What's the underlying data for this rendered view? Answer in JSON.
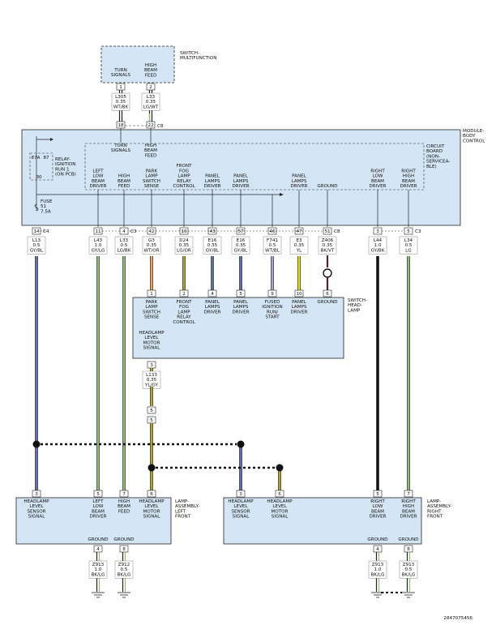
{
  "colors": {
    "box_fill": "#d4e6f5",
    "blue": "#5a6fb0",
    "green": "#8fc06e",
    "black": "#111111",
    "yellow": "#e8e200",
    "orange": "#f0a050",
    "olive": "#b8a020",
    "lightblue": "#9aa8d8"
  },
  "switch_mf": {
    "name": [
      "SWITCH-",
      "MULTIFUNCTION"
    ],
    "pins": [
      {
        "pin": "1",
        "label": [
          "TURN",
          "SIGNALS"
        ]
      },
      {
        "pin": "2",
        "label": [
          "HIGH",
          "BEAM",
          "FEED"
        ]
      }
    ]
  },
  "mf_wires": [
    {
      "circuit": "L305",
      "gauge": "0.35",
      "color": "WT/BK",
      "pin": "18"
    },
    {
      "circuit": "L33",
      "gauge": "0.35",
      "color": "LG/WT",
      "pin": "22",
      "conn": "C8"
    }
  ],
  "bcm": {
    "name": [
      "MODULE-",
      "BODY",
      "CONTROL"
    ],
    "board": [
      "CIRCUIT",
      "BOARD",
      "(NON-",
      "SERVICEA-",
      "BLE)"
    ],
    "relay": [
      "RELAY-",
      "IGNITION",
      "RUN 1",
      "(ON PCB)"
    ],
    "fuse": [
      "FUSE",
      "51",
      "7.5A"
    ],
    "top_labels": [
      [
        "TURN",
        "SIGNALS"
      ],
      [
        "HIGH",
        "BEAM",
        "FEED"
      ]
    ],
    "relay_pins": [
      "87A",
      "87",
      "30"
    ],
    "cols": [
      [
        "LEFT",
        "LOW",
        "BEAM",
        "DRIVER"
      ],
      [
        "HIGH",
        "BEAM",
        "FEED"
      ],
      [
        "PARK",
        "LAMP",
        "SWITCH",
        "SENSE"
      ],
      [
        "FRONT",
        "FOG",
        "LAMP",
        "RELAY",
        "CONTROL"
      ],
      [
        "PANEL",
        "LAMPS",
        "DRIVER"
      ],
      [
        "PANEL",
        "LAMPS",
        "DRIVER"
      ],
      [
        "PANEL",
        "LAMPS",
        "DRIVER"
      ],
      [
        "GROUND"
      ],
      [
        "RIGHT",
        "LOW",
        "BEAM",
        "DRIVER"
      ],
      [
        "RIGHT",
        "HIGH",
        "BEAM",
        "DRIVER"
      ]
    ]
  },
  "bcm_wires": [
    {
      "pin": "14",
      "conn": "C4",
      "circuit": "L13",
      "gauge": "0.5",
      "color": "GY/BL"
    },
    {
      "pin": "11",
      "circuit": "L43",
      "gauge": "1.0",
      "color": "GY/LG"
    },
    {
      "pin": "4",
      "conn": "C3",
      "circuit": "L33",
      "gauge": "0.5",
      "color": "LG/BK"
    },
    {
      "pin": "42",
      "circuit": "G3",
      "gauge": "0.35",
      "color": "WT/OR"
    },
    {
      "pin": "10",
      "circuit": "D24",
      "gauge": "0.35",
      "color": "LG/OR"
    },
    {
      "pin": "43",
      "circuit": "E16",
      "gauge": "0.35",
      "color": "GY/BL"
    },
    {
      "pin": "57",
      "circuit": "E16",
      "gauge": "0.35",
      "color": "GY/BL"
    },
    {
      "pin": "46",
      "circuit": "F741",
      "gauge": "0.5",
      "color": "WT/BL"
    },
    {
      "pin": "47",
      "circuit": "E3",
      "gauge": "0.35",
      "color": "YL"
    },
    {
      "pin": "51",
      "conn": "C8",
      "circuit": "Z406",
      "gauge": "0.35",
      "color": "BK/VT"
    },
    {
      "pin": "3",
      "circuit": "L44",
      "gauge": "1.0",
      "color": "GY/BK"
    },
    {
      "pin": "5",
      "conn": "C3",
      "circuit": "L34",
      "gauge": "0.5",
      "color": "LG"
    }
  ],
  "switch_hl": {
    "name": [
      "SWITCH-",
      "HEAD-",
      "LAMP"
    ],
    "pins": [
      {
        "pin": "1",
        "label": [
          "PARK",
          "LAMP",
          "SWITCH",
          "SENSE"
        ]
      },
      {
        "pin": "2",
        "label": [
          "FRONT",
          "FOG",
          "LAMP",
          "RELAY",
          "CONTROL"
        ]
      },
      {
        "pin": "4",
        "label": [
          "PANEL",
          "LAMPS",
          "DRIVER"
        ]
      },
      {
        "pin": "5",
        "label": [
          "PANEL",
          "LAMPS",
          "DRIVER"
        ]
      },
      {
        "pin": "9",
        "label": [
          "FUSED",
          "IGNITION",
          "RUN/",
          "START"
        ]
      },
      {
        "pin": "10",
        "label": [
          "PANEL",
          "LAMPS",
          "DRIVER"
        ]
      },
      {
        "pin": "6",
        "label": [
          "GROUND"
        ]
      }
    ],
    "motor": [
      "HEADLAMP",
      "LEVEL",
      "MOTOR",
      "SIGNAL"
    ],
    "motor_pin": "3"
  },
  "l133": {
    "circuit": "L133",
    "gauge": "0.35",
    "color": "YL/GY",
    "pins": [
      "5",
      "5"
    ]
  },
  "lamp_left": {
    "name": [
      "LAMP-",
      "ASSEMBLY-",
      "LEFT",
      "FRONT"
    ],
    "pins": [
      {
        "pin": "3",
        "label": [
          "HEADLAMP",
          "LEVEL",
          "SENSOR",
          "SIGNAL"
        ]
      },
      {
        "pin": "5",
        "label": [
          "LEFT",
          "LOW",
          "BEAM",
          "DRIVER"
        ]
      },
      {
        "pin": "7",
        "label": [
          "HIGH",
          "BEAM",
          "FEED"
        ]
      },
      {
        "pin": "6",
        "label": [
          "HEADLAMP",
          "LEVEL",
          "MOTOR",
          "SIGNAL"
        ]
      }
    ],
    "grounds": [
      {
        "label": "GROUND",
        "pin": "4",
        "circuit": "Z913",
        "gauge": "1.0",
        "color": "BK/LG"
      },
      {
        "label": "GROUND",
        "pin": "8",
        "circuit": "Z912",
        "gauge": "0.5",
        "color": "BK/LG"
      }
    ]
  },
  "lamp_right": {
    "name": [
      "LAMP-",
      "ASSEMBLY-",
      "RIGHT",
      "FRONT"
    ],
    "pins": [
      {
        "pin": "3",
        "label": [
          "HEADLAMP",
          "LEVEL",
          "SENSOR",
          "SIGNAL"
        ]
      },
      {
        "pin": "6",
        "label": [
          "HEADLAMP",
          "LEVEL",
          "MOTOR",
          "SIGNAL"
        ]
      },
      {
        "pin": "5",
        "label": [
          "RIGHT",
          "LOW",
          "BEAM",
          "DRIVER"
        ]
      },
      {
        "pin": "7",
        "label": [
          "RIGHT",
          "HIGH",
          "BEAM",
          "DRIVER"
        ]
      }
    ],
    "grounds": [
      {
        "label": "GROUND",
        "pin": "4",
        "circuit": "Z913",
        "gauge": "1.0",
        "color": "BK/LG"
      },
      {
        "label": "GROUND",
        "pin": "8",
        "circuit": "Z913",
        "gauge": "0.5",
        "color": "BK/LG"
      }
    ]
  },
  "doc_id": "2847075456"
}
